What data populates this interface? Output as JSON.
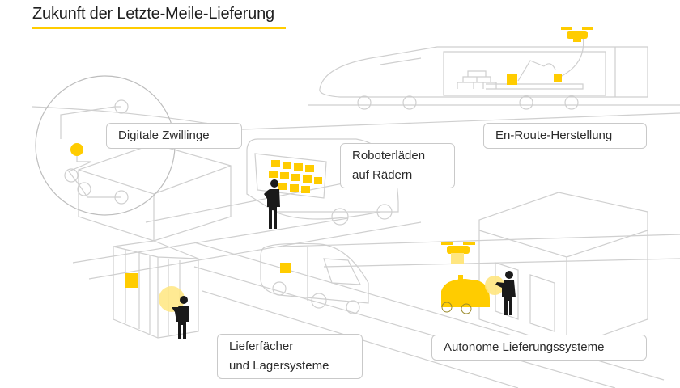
{
  "title": "Zukunft der Letzte-Meile-Lieferung",
  "colors": {
    "accent": "#ffcc00",
    "line": "#c8c8c8",
    "dark": "#1a1a1a"
  },
  "labels": {
    "digital_twins": "Digitale Zwillinge",
    "en_route": "En-Route-Herstellung",
    "robot_stores_line1": "Roboterläden",
    "robot_stores_line2": "auf Rädern",
    "lockers_line1": "Lieferfächer",
    "lockers_line2": "und Lagersysteme",
    "autonomous": "Autonome Lieferungssysteme"
  },
  "icons": [
    "drone-icon",
    "person-icon",
    "robot-arm-icon",
    "locker-icon",
    "van-icon",
    "train-icon",
    "delivery-robot-icon"
  ]
}
